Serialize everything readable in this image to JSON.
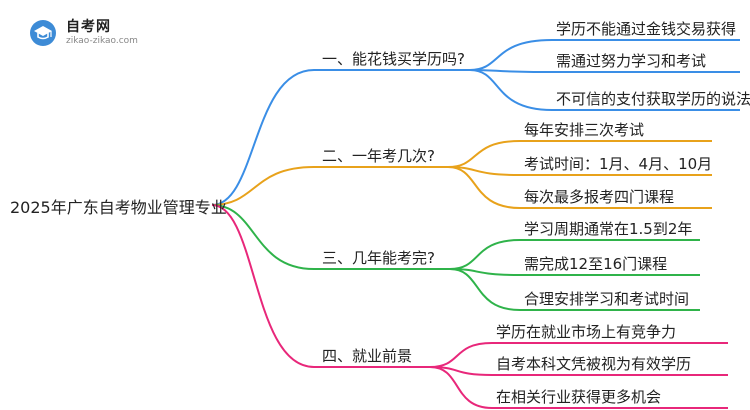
{
  "logo": {
    "title": "自考网",
    "url": "zikao-zikao.com"
  },
  "root": "2025年广东自考物业管理专业",
  "branches": [
    {
      "label": "一、能花钱买学历吗?",
      "color": "#3a8ee6",
      "children": [
        "学历不能通过金钱交易获得",
        "需通过努力学习和考试",
        "不可信的支付获取学历的说法"
      ]
    },
    {
      "label": "二、一年考几次?",
      "color": "#e8a21b",
      "children": [
        "每年安排三次考试",
        "考试时间：1月、4月、10月",
        "每次最多报考四门课程"
      ]
    },
    {
      "label": "三、几年能考完?",
      "color": "#2fb34a",
      "children": [
        "学习周期通常在1.5到2年",
        "需完成12至16门课程",
        "合理安排学习和考试时间"
      ]
    },
    {
      "label": "四、就业前景",
      "color": "#e8277a",
      "children": [
        "学历在就业市场上有竞争力",
        "自考本科文凭被视为有效学历",
        "在相关行业获得更多机会"
      ]
    }
  ]
}
